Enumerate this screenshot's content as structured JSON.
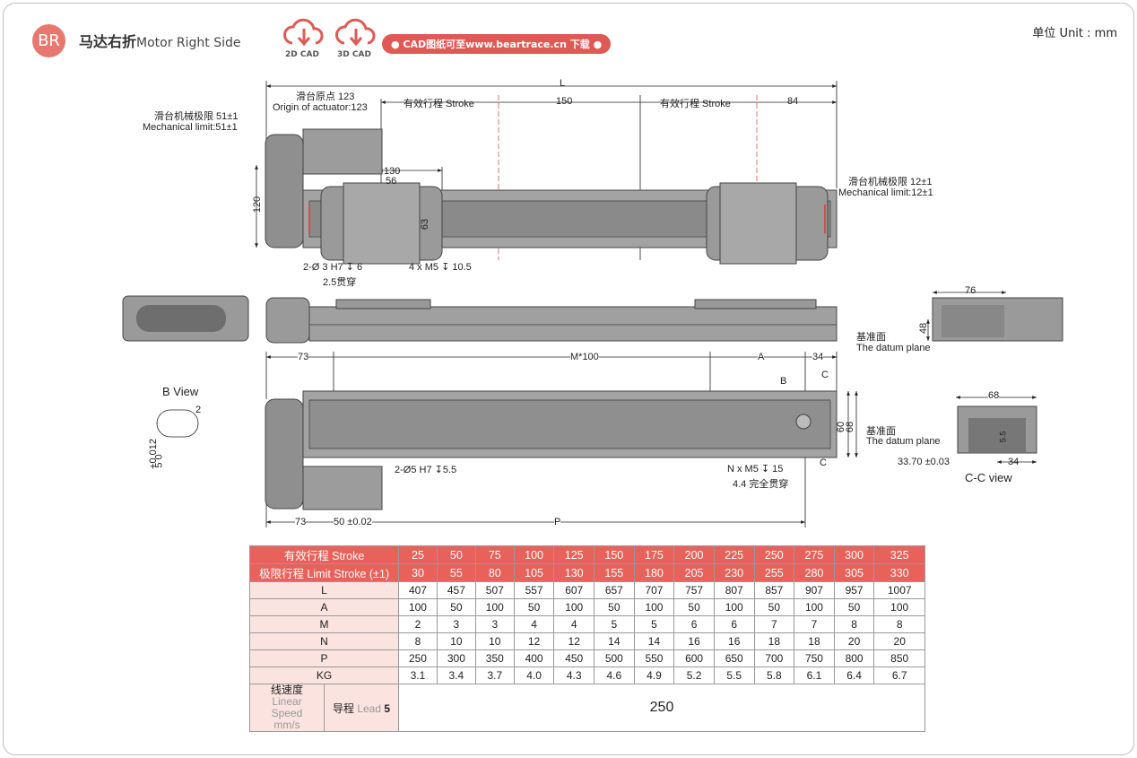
{
  "header": {
    "badge": "BR",
    "title_cn": "马达右折",
    "title_en": "Motor Right Side",
    "cad2d": "2D CAD",
    "cad3d": "3D CAD",
    "download": "● CAD图纸可至www.beartrace.cn 下载 ●",
    "unit": "单位 Unit : mm"
  },
  "drawing": {
    "L": "L",
    "origin_cn": "滑台原点 123",
    "origin_en": "Origin of actuator:123",
    "stroke1": "有效行程 Stroke",
    "d150": "150",
    "stroke2": "有效行程 Stroke",
    "d84": "84",
    "mech_left_cn": "滑台机械极限 51±1",
    "mech_left_en": "Mechanical limit:51±1",
    "mech_right_cn": "滑台机械极限 12±1",
    "mech_right_en": "Mechanical limit:12±1",
    "d130": "130",
    "d56": "56",
    "d120": "120",
    "d63": "63",
    "hole1": "2-Ø 3 H7 ↧ 6",
    "hole1b": "2.5贯穿",
    "hole2": "4 x  M5 ↧ 10.5",
    "d76": "76",
    "d48": "48",
    "datum_cn": "基准面",
    "datum_en": "The datum plane",
    "d73a": "73",
    "m100": "M*100",
    "dA": "A",
    "d34a": "34",
    "C1": "C",
    "B": "B",
    "bview": "B View",
    "d2": "2",
    "tol": "+0.012",
    "tol2": "5  0",
    "d60": "60",
    "d68v": "68",
    "datum2_cn": "基准面",
    "datum2_en": "The datum plane",
    "hole3": "2-Ø5 H7 ↧5.5",
    "hole4": "N x M5 ↧ 15",
    "hole4b": "4.4 完全贯穿",
    "C2": "C",
    "d73b": "73",
    "d50": "50 ±0.02",
    "dP": "P",
    "d68": "68",
    "d33": "33.70 ±0.03",
    "d34b": "34",
    "d5": "5.5",
    "ccview": "C-C view"
  },
  "table": {
    "row_stroke_label": "有效行程  Stroke",
    "row_limit_label": "极限行程  Limit Stroke (±1)",
    "stroke": [
      "25",
      "50",
      "75",
      "100",
      "125",
      "150",
      "175",
      "200",
      "225",
      "250",
      "275",
      "300",
      "325"
    ],
    "limit": [
      "30",
      "55",
      "80",
      "105",
      "130",
      "155",
      "180",
      "205",
      "230",
      "255",
      "280",
      "305",
      "330"
    ],
    "rows": [
      {
        "label": "L",
        "values": [
          "407",
          "457",
          "507",
          "557",
          "607",
          "657",
          "707",
          "757",
          "807",
          "857",
          "907",
          "957",
          "1007"
        ]
      },
      {
        "label": "A",
        "values": [
          "100",
          "50",
          "100",
          "50",
          "100",
          "50",
          "100",
          "50",
          "100",
          "50",
          "100",
          "50",
          "100"
        ]
      },
      {
        "label": "M",
        "values": [
          "2",
          "3",
          "3",
          "4",
          "4",
          "5",
          "5",
          "6",
          "6",
          "7",
          "7",
          "8",
          "8"
        ]
      },
      {
        "label": "N",
        "values": [
          "8",
          "10",
          "10",
          "12",
          "12",
          "14",
          "14",
          "16",
          "16",
          "18",
          "18",
          "20",
          "20"
        ]
      },
      {
        "label": "P",
        "values": [
          "250",
          "300",
          "350",
          "400",
          "450",
          "500",
          "550",
          "600",
          "650",
          "700",
          "750",
          "800",
          "850"
        ]
      },
      {
        "label": "KG",
        "values": [
          "3.1",
          "3.4",
          "3.7",
          "4.0",
          "4.3",
          "4.6",
          "4.9",
          "5.2",
          "5.5",
          "5.8",
          "6.1",
          "6.4",
          "6.7"
        ]
      }
    ],
    "speed_cn": "线速度",
    "speed_en1": "Linear",
    "speed_en2": "Speed",
    "speed_unit": "mm/s",
    "lead_cn": "导程",
    "lead_en": "Lead",
    "lead_val": "5",
    "speed_value": "250"
  },
  "colors": {
    "accent": "#e8615a",
    "body": "#9a9a9a",
    "dark": "#555555"
  }
}
